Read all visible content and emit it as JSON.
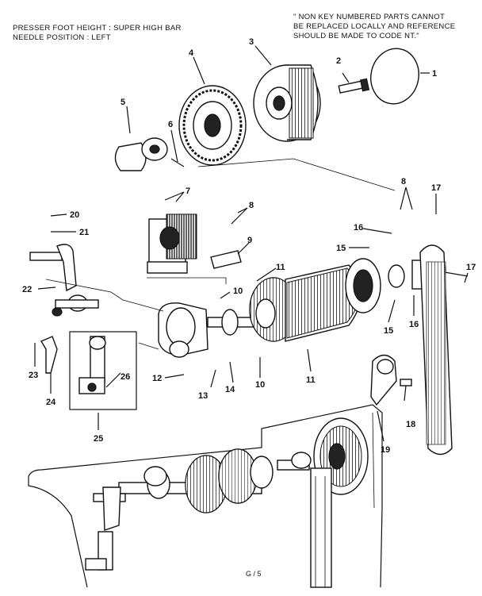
{
  "header": {
    "left_line1": "PRESSER FOOT HEIGHT : SUPER HIGH BAR",
    "left_line2": "NEEDLE POSITION : LEFT",
    "right_line1": "\" NON KEY NUMBERED PARTS CANNOT",
    "right_line2": "BE REPLACED LOCALLY AND REFERENCE",
    "right_line3": "SHOULD BE MADE TO CODE NT.\""
  },
  "footer": {
    "page_code": "G / 5"
  },
  "callouts": [
    "1",
    "2",
    "3",
    "4",
    "5",
    "6",
    "7",
    "8",
    "8",
    "9",
    "10",
    "10",
    "11",
    "11",
    "12",
    "13",
    "14",
    "15",
    "15",
    "16",
    "16",
    "17",
    "17",
    "18",
    "19",
    "20",
    "21",
    "22",
    "23",
    "24",
    "25",
    "26"
  ]
}
